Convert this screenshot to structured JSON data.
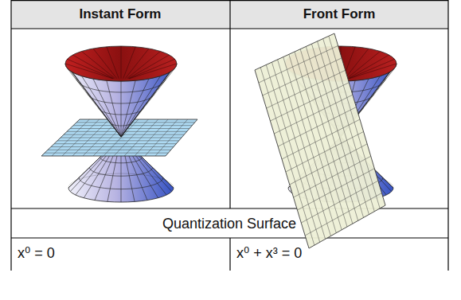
{
  "diagram": {
    "labels": [
      "Instant Form",
      "Front Form",
      "Quantization Surface",
      "x⁰ = 0",
      "x⁰ + x³ = 0"
    ]
  }
}
